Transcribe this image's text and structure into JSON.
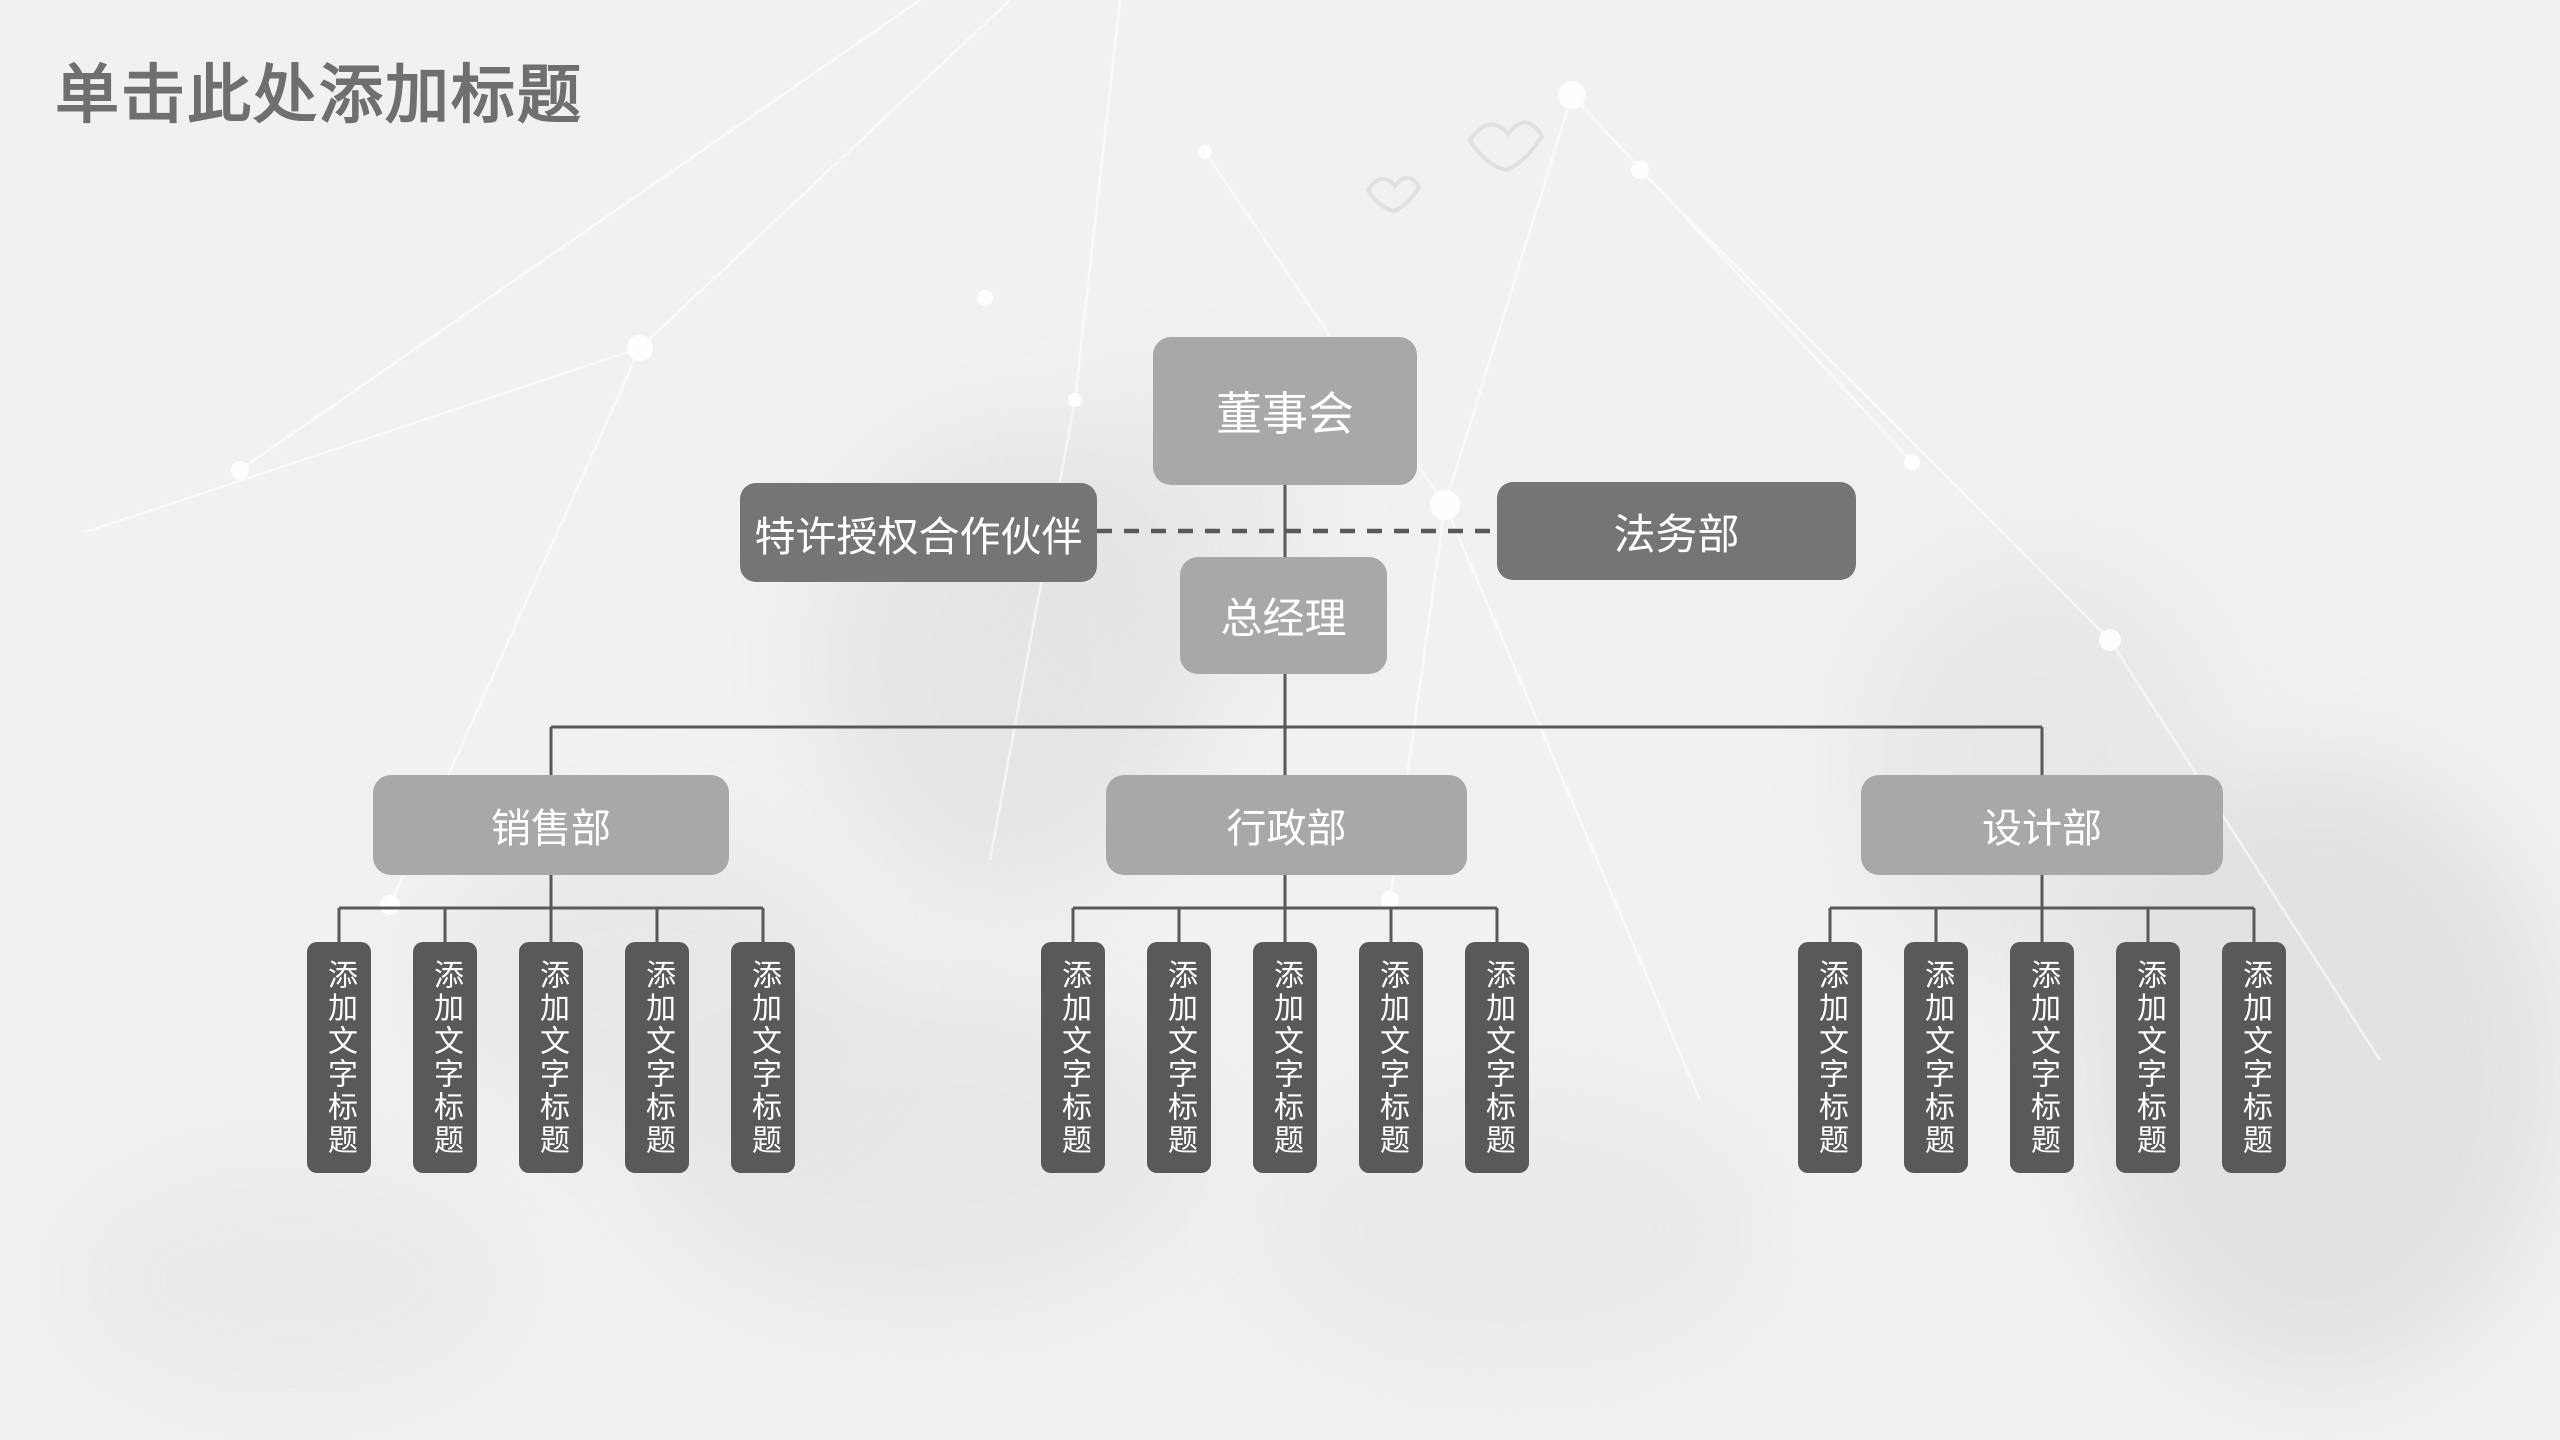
{
  "slide": {
    "title": "单击此处添加标题"
  },
  "org_chart": {
    "board": {
      "label": "董事会"
    },
    "partner": {
      "label": "特许授权合作伙伴"
    },
    "legal": {
      "label": "法务部"
    },
    "general_manager": {
      "label": "总经理"
    },
    "departments": [
      {
        "label": "销售部",
        "children": [
          {
            "label": "添加文字标题"
          },
          {
            "label": "添加文字标题"
          },
          {
            "label": "添加文字标题"
          },
          {
            "label": "添加文字标题"
          },
          {
            "label": "添加文字标题"
          }
        ]
      },
      {
        "label": "行政部",
        "children": [
          {
            "label": "添加文字标题"
          },
          {
            "label": "添加文字标题"
          },
          {
            "label": "添加文字标题"
          },
          {
            "label": "添加文字标题"
          },
          {
            "label": "添加文字标题"
          }
        ]
      },
      {
        "label": "设计部",
        "children": [
          {
            "label": "添加文字标题"
          },
          {
            "label": "添加文字标题"
          },
          {
            "label": "添加文字标题"
          },
          {
            "label": "添加文字标题"
          },
          {
            "label": "添加文字标题"
          }
        ]
      }
    ]
  },
  "colors": {
    "background": "#f1f1f1",
    "title_text": "#6f6f6f",
    "box_level_light": "#a8a8a8",
    "box_level_medium": "#757575",
    "box_level_dark": "#595959",
    "connector_line": "#595959",
    "box_text": "#ffffff"
  }
}
